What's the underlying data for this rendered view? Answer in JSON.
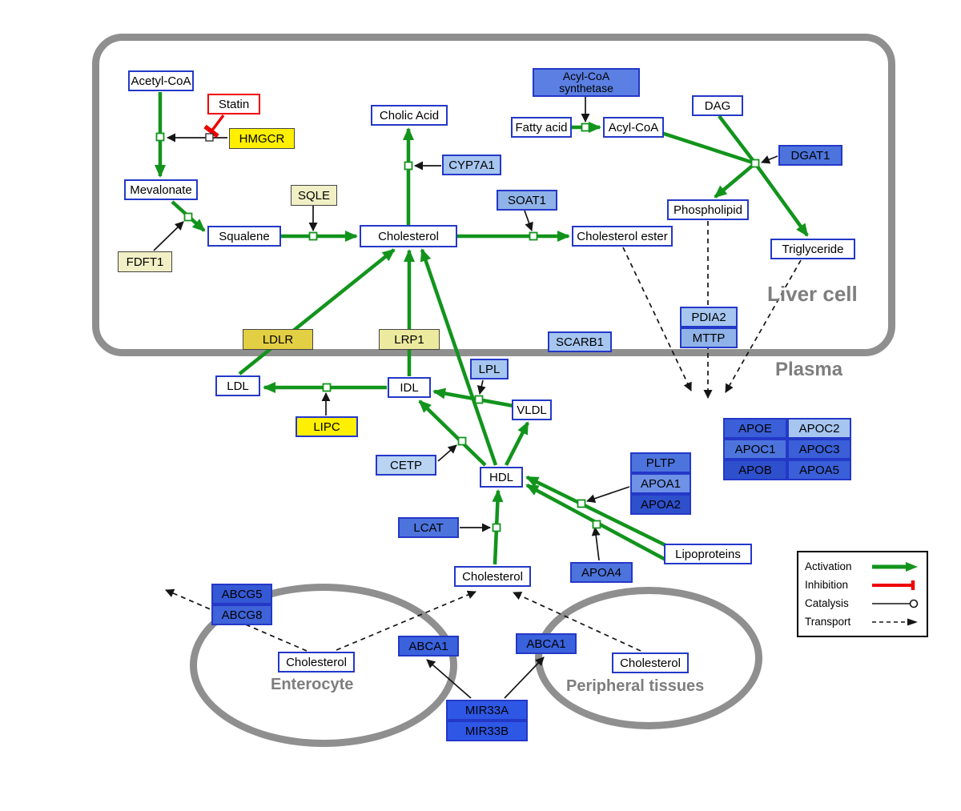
{
  "compartments": {
    "liver": "Liver cell",
    "plasma": "Plasma",
    "enterocyte": "Enterocyte",
    "peripheral": "Peripheral tissues"
  },
  "nodes": {
    "acetyl_coa": "Acetyl-CoA",
    "statin": "Statin",
    "hmgcr": "HMGCR",
    "mevalonate": "Mevalonate",
    "fdft1": "FDFT1",
    "squalene": "Squalene",
    "sqle": "SQLE",
    "cholesterol_liver": "Cholesterol",
    "cholic_acid": "Cholic Acid",
    "cyp7a1": "CYP7A1",
    "soat1": "SOAT1",
    "acyl_coa_synthetase": "Acyl-CoA synthetase",
    "fatty_acid": "Fatty acid",
    "acyl_coa": "Acyl-CoA",
    "dag": "DAG",
    "dgat1": "DGAT1",
    "phospholipid": "Phospholipid",
    "triglyceride": "Triglyceride",
    "cholesterol_ester": "Cholesterol ester",
    "pdia2": "PDIA2",
    "mttp": "MTTP",
    "scarb1": "SCARB1",
    "ldlr": "LDLR",
    "lrp1": "LRP1",
    "ldl": "LDL",
    "idl": "IDL",
    "lpl": "LPL",
    "vldl": "VLDL",
    "lipc": "LIPC",
    "cetp": "CETP",
    "hdl": "HDL",
    "lcat": "LCAT",
    "pltp": "PLTP",
    "apoa1": "APOA1",
    "apoa2": "APOA2",
    "apoe": "APOE",
    "apoc2": "APOC2",
    "apoc1": "APOC1",
    "apoc3": "APOC3",
    "apob": "APOB",
    "apoa5": "APOA5",
    "apoa4": "APOA4",
    "lipoproteins": "Lipoproteins",
    "cholesterol_plasma": "Cholesterol",
    "abcg5": "ABCG5",
    "abcg8": "ABCG8",
    "cholesterol_enterocyte": "Cholesterol",
    "abca1_left": "ABCA1",
    "abca1_right": "ABCA1",
    "cholesterol_peripheral": "Cholesterol",
    "mir33a": "MIR33A",
    "mir33b": "MIR33B"
  },
  "legend": {
    "activation": "Activation",
    "inhibition": "Inhibition",
    "catalysis": "Catalysis",
    "transport": "Transport"
  },
  "colors": {
    "activation_green": "#12941c",
    "inhibition_red": "#ee0000",
    "membrane_gray": "#8f8f8f",
    "node_border_blue": "#2438c8",
    "highlight_yellow": "#ffef00"
  }
}
